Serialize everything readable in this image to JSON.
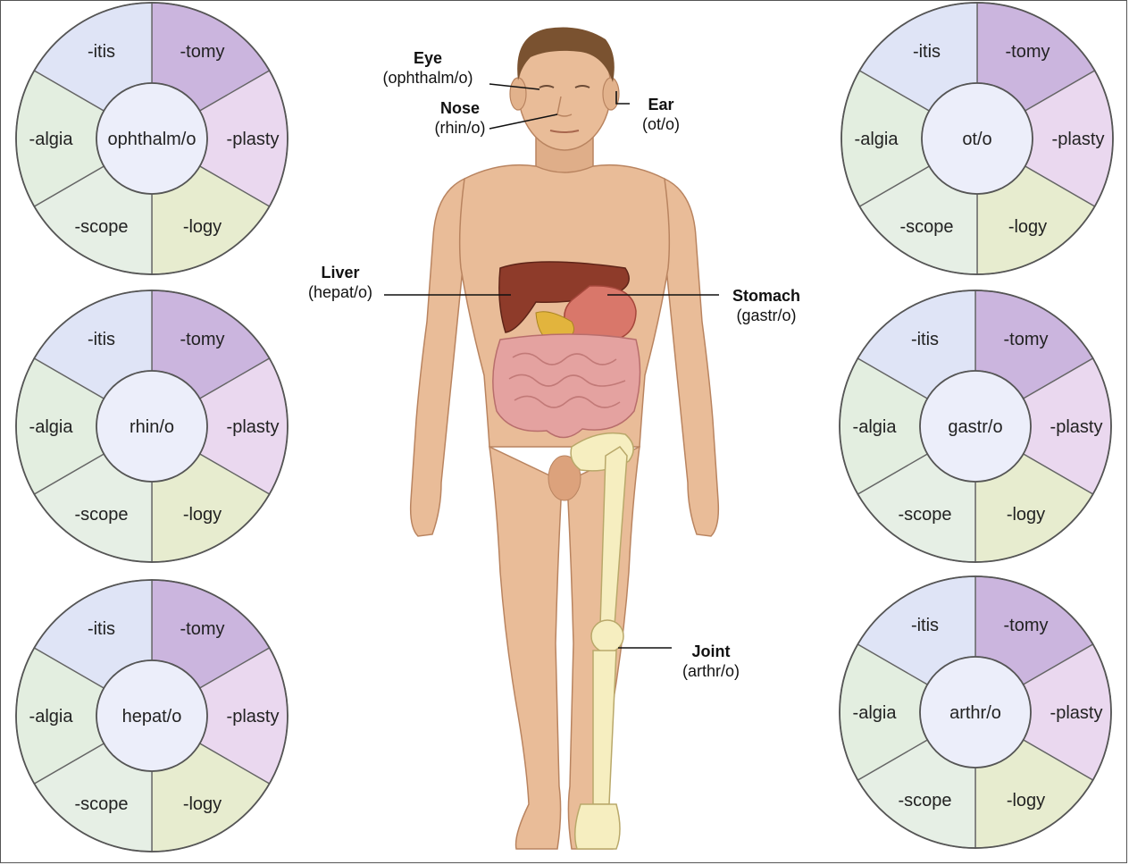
{
  "suffixes": {
    "itis": "-itis",
    "tomy": "-tomy",
    "plasty": "-plasty",
    "logy": "-logy",
    "scope": "-scope",
    "algia": "-algia"
  },
  "wheels": [
    {
      "root": "ophthalm/o"
    },
    {
      "root": "rhin/o"
    },
    {
      "root": "hepat/o"
    },
    {
      "root": "ot/o"
    },
    {
      "root": "gastr/o"
    },
    {
      "root": "arthr/o"
    }
  ],
  "labels": {
    "eye": {
      "name": "Eye",
      "root": "(ophthalm/o)"
    },
    "nose": {
      "name": "Nose",
      "root": "(rhin/o)"
    },
    "ear": {
      "name": "Ear",
      "root": "(ot/o)"
    },
    "liver": {
      "name": "Liver",
      "root": "(hepat/o)"
    },
    "stomach": {
      "name": "Stomach",
      "root": "(gastr/o)"
    },
    "joint": {
      "name": "Joint",
      "root": "(arthr/o)"
    }
  },
  "colors": {
    "itis": "#dfe4f6",
    "tomy": "#cbb5de",
    "plasty": "#ead8ef",
    "logy": "#e7eccf",
    "scope": "#e6efe5",
    "algia": "#e3eee0",
    "hub": "#eceefa",
    "skin": "#e9bc98",
    "skin_shadow": "#c9936d",
    "hair": "#7a5230",
    "liver": "#8e3b2a",
    "stomach": "#d9776a",
    "intestine": "#e4a2a0",
    "bone": "#f6eec0"
  }
}
